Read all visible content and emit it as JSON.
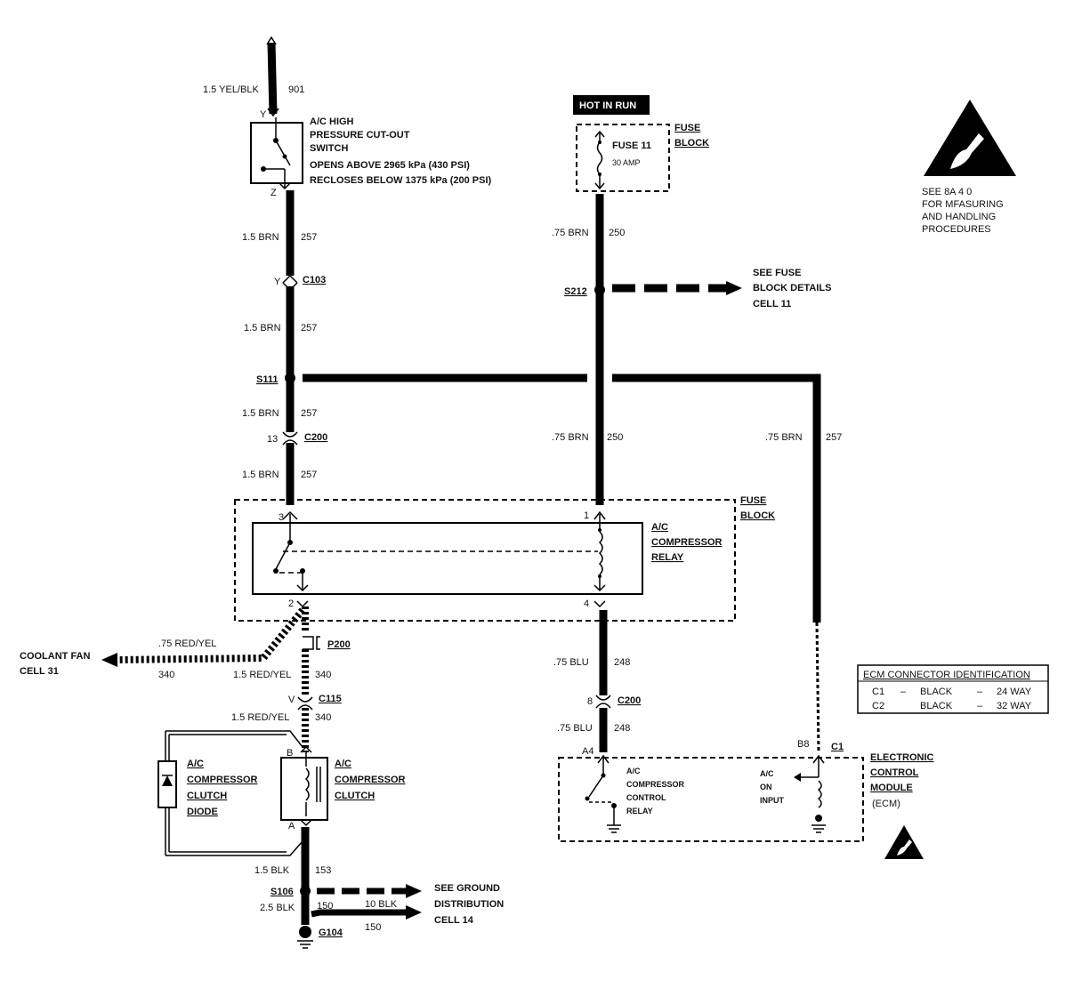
{
  "wires": {
    "top_left": "1.5 YEL/BLK",
    "top_left_circuit": "901",
    "brn_257_1": "1.5 BRN",
    "brn_257_2": "1.5 BRN",
    "brn_257_3": "1.5 BRN",
    "brn_257_4": "1.5 BRN",
    "circuit_257": "257",
    "brn_250_top": ".75 BRN",
    "brn_250_mid": ".75 BRN",
    "circuit_250": "250",
    "brn_257_ecm": ".75 BRN",
    "red_yel_fan": ".75 RED/YEL",
    "circuit_340": "340",
    "red_yel_1": "1.5 RED/YEL",
    "red_yel_2": "1.5 RED/YEL",
    "blu_1": ".75 BLU",
    "blu_2": ".75 BLU",
    "circuit_248": "248",
    "blk_153": "1.5 BLK",
    "circuit_153": "153",
    "blk_150": "2.5 BLK",
    "circuit_150": "150",
    "blk_10": "10 BLK"
  },
  "connectors": {
    "c103": "C103",
    "c200": "C200",
    "c115": "C115",
    "p200": "P200",
    "s111": "S111",
    "s212": "S212",
    "s106": "S106",
    "g104": "G104",
    "c1": "C1",
    "pin_y": "Y",
    "pin_z": "Z",
    "pin_y2": "Y",
    "pin_13": "13",
    "pin_v": "V",
    "pin_3": "3",
    "pin_1": "1",
    "pin_2": "2",
    "pin_4": "4",
    "pin_b": "B",
    "pin_a": "A",
    "pin_8": "8",
    "pin_a4": "A4",
    "pin_b8": "B8"
  },
  "components": {
    "hp_switch": [
      "A/C HIGH",
      "PRESSURE CUT-OUT",
      "SWITCH"
    ],
    "hp_opens": "OPENS ABOVE 2965 kPa (430 PSI)",
    "hp_recloses": "RECLOSES BELOW 1375 kPa (200 PSI)",
    "hot_in_run": "HOT IN RUN",
    "fuse_name": "FUSE 11",
    "fuse_amp": "30 AMP",
    "fuse_block_1": [
      "FUSE",
      "BLOCK"
    ],
    "fuse_block_2": [
      "FUSE",
      "BLOCK"
    ],
    "fuse_details": [
      "SEE FUSE",
      "BLOCK DETAILS",
      "CELL 11"
    ],
    "relay": [
      "A/C",
      "COMPRESSOR",
      "RELAY"
    ],
    "coolant_fan": [
      "COOLANT FAN",
      "CELL 31"
    ],
    "diode": [
      "A/C",
      "COMPRESSOR",
      "CLUTCH",
      "DIODE"
    ],
    "clutch": [
      "A/C",
      "COMPRESSOR",
      "CLUTCH"
    ],
    "ground_dist": [
      "SEE GROUND",
      "DISTRIBUTION",
      "CELL 14"
    ],
    "ecm_relay": [
      "A/C",
      "COMPRESSOR",
      "CONTROL",
      "RELAY"
    ],
    "ecm_input": [
      "A/C",
      "ON",
      "INPUT"
    ],
    "ecm_name": [
      "ELECTRONIC",
      "CONTROL",
      "MODULE",
      "(ECM)"
    ],
    "esd_note": [
      "SEE 8A 4 0",
      "FOR MFASURING",
      "AND HANDLING",
      "PROCEDURES"
    ]
  },
  "ecm_table": {
    "title": "ECM CONNECTOR IDENTIFICATION",
    "rows": [
      [
        "C1",
        "–",
        "BLACK",
        "–",
        "24 WAY"
      ],
      [
        "C2",
        "",
        "BLACK",
        "–",
        "32 WAY"
      ]
    ]
  }
}
